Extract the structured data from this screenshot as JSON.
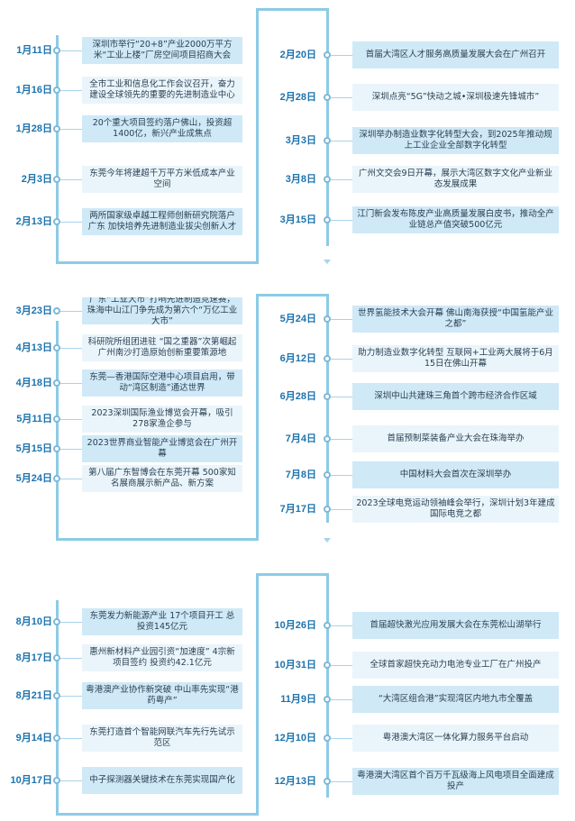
{
  "sections": [
    {
      "left": [
        {
          "date": "1月11日",
          "text": "深圳市举行“20+8”产业2000万平方米“工业上楼”厂房空间项目招商大会"
        },
        {
          "date": "1月16日",
          "text": "全市工业和信息化工作会议召开，奋力建设全球领先的重要的先进制造业中心"
        },
        {
          "date": "1月28日",
          "text": "20个重大项目签约落户佛山，投资超1400亿，新兴产业成焦点"
        },
        {
          "date": "2月3日",
          "text": "东莞今年将建超千万平方米低成本产业空间"
        },
        {
          "date": "2月13日",
          "text": "两所国家级卓越工程师创新研究院落户广东 加快培养先进制造业拔尖创新人才"
        }
      ],
      "right": [
        {
          "date": "2月20日",
          "text": "首届大湾区人才服务高质量发展大会在广州召开"
        },
        {
          "date": "2月28日",
          "text": "深圳点亮“5G”快动之城•深圳极速先锋城市”"
        },
        {
          "date": "3月3日",
          "text": "深圳举办制造业数字化转型大会，到2025年推动规上工业企业全部数字化转型"
        },
        {
          "date": "3月8日",
          "text": "广州文交会9日开幕，展示大湾区数字文化产业新业态发展成果"
        },
        {
          "date": "3月15日",
          "text": "江门新会发布陈皮产业高质量发展白皮书，推动全产业链总产值突破500亿元"
        }
      ]
    },
    {
      "left": [
        {
          "date": "3月23日",
          "text": "广东“工业大市”打响先进制造竞速赛，珠海中山江门争先成为第六个“万亿工业大市”"
        },
        {
          "date": "4月13日",
          "text": "科研院所组团进驻 “国之重器”次第崛起 广州南沙打造原始创新重要策源地"
        },
        {
          "date": "4月18日",
          "text": "东莞—香港国际空港中心项目启用，带动“湾区制造”通达世界"
        },
        {
          "date": "5月11日",
          "text": "2023深圳国际渔业博览会开幕，吸引278家渔企参与"
        },
        {
          "date": "5月15日",
          "text": "2023世界商业智能产业博览会在广州开幕"
        },
        {
          "date": "5月24日",
          "text": "第八届广东智博会在东莞开幕 500家知名展商展示新产品、新方案"
        }
      ],
      "right": [
        {
          "date": "5月24日",
          "text": "世界氢能技术大会开幕 佛山南海获授“中国氢能产业之都”"
        },
        {
          "date": "6月12日",
          "text": "助力制造业数字化转型 互联网+工业两大展将于6月15日在佛山开幕"
        },
        {
          "date": "6月28日",
          "text": "深圳中山共建珠三角首个跨市经济合作区域"
        },
        {
          "date": "7月4日",
          "text": "首届预制菜装备产业大会在珠海举办"
        },
        {
          "date": "7月8日",
          "text": "中国材料大会首次在深圳举办"
        },
        {
          "date": "7月17日",
          "text": "2023全球电竞运动领袖峰会举行，深圳计划3年建成国际电竞之都"
        }
      ]
    },
    {
      "left": [
        {
          "date": "8月10日",
          "text": "东莞发力新能源产业 17个项目开工 总投资145亿元"
        },
        {
          "date": "8月17日",
          "text": "惠州新材料产业园引资“加速度” 4宗新项目签约 投资约42.1亿元"
        },
        {
          "date": "8月21日",
          "text": "粤港澳产业协作新突破 中山率先实现“港药粤产”"
        },
        {
          "date": "9月14日",
          "text": "东莞打造首个智能网联汽车先行先试示范区"
        },
        {
          "date": "10月17日",
          "text": "中子探测器关键技术在东莞实现国产化"
        }
      ],
      "right": [
        {
          "date": "10月26日",
          "text": "首届超快激光应用发展大会在东莞松山湖举行"
        },
        {
          "date": "10月31日",
          "text": "全球首家超快充动力电池专业工厂在广州投产"
        },
        {
          "date": "11月9日",
          "text": "“大湾区组合港”实现湾区内地九市全覆盖"
        },
        {
          "date": "12月10日",
          "text": "粤港澳大湾区一体化算力服务平台启动"
        },
        {
          "date": "12月13日",
          "text": "粤港澳大湾区首个百万千瓦级海上风电项目全面建成投产"
        }
      ]
    }
  ]
}
